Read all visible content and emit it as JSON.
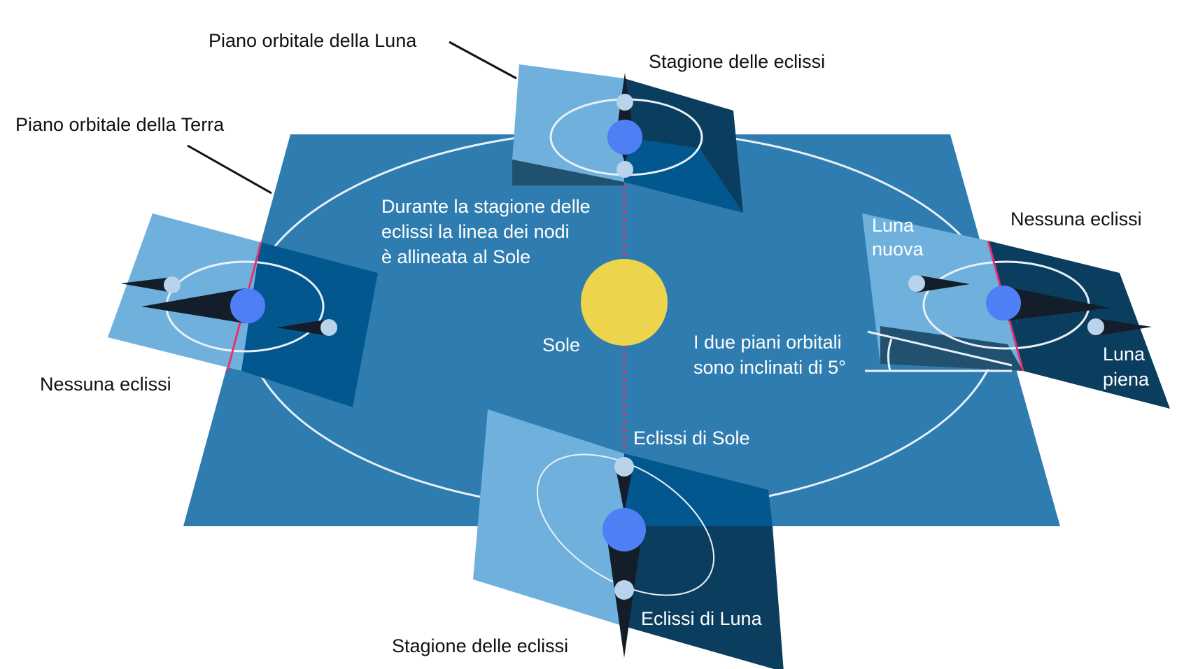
{
  "colors": {
    "earth_plane": "#2f7db0",
    "moon_plane_light": "#6fb1dc",
    "moon_plane_dark": "#0a3d5e",
    "moon_plane_mid": "#03578f",
    "node_line": "#e8306f",
    "sun": "#ecd54c",
    "earth": "#4f7ff5",
    "moon": "#b9d3ea",
    "shadow": "#141e2a",
    "orbit": "#e8f0f8"
  },
  "labels": {
    "moon_orbital_plane": "Piano orbitale della Luna",
    "earth_orbital_plane": "Piano orbitale della Terra",
    "eclipse_season_top": "Stagione delle eclissi",
    "eclipse_season_bottom": "Stagione delle eclissi",
    "no_eclipse_left": "Nessuna eclissi",
    "no_eclipse_right": "Nessuna eclissi",
    "sun": "Sole",
    "node_line_note": [
      "Durante la stagione delle",
      "eclissi la linea dei nodi",
      "è allineata al Sole"
    ],
    "new_moon": [
      "Luna",
      "nuova"
    ],
    "full_moon": [
      "Luna",
      "piena"
    ],
    "inclination_note": [
      "I due piani orbitali",
      "sono inclinati di 5°"
    ],
    "solar_eclipse": "Eclissi di Sole",
    "lunar_eclipse": "Eclissi di Luna"
  }
}
